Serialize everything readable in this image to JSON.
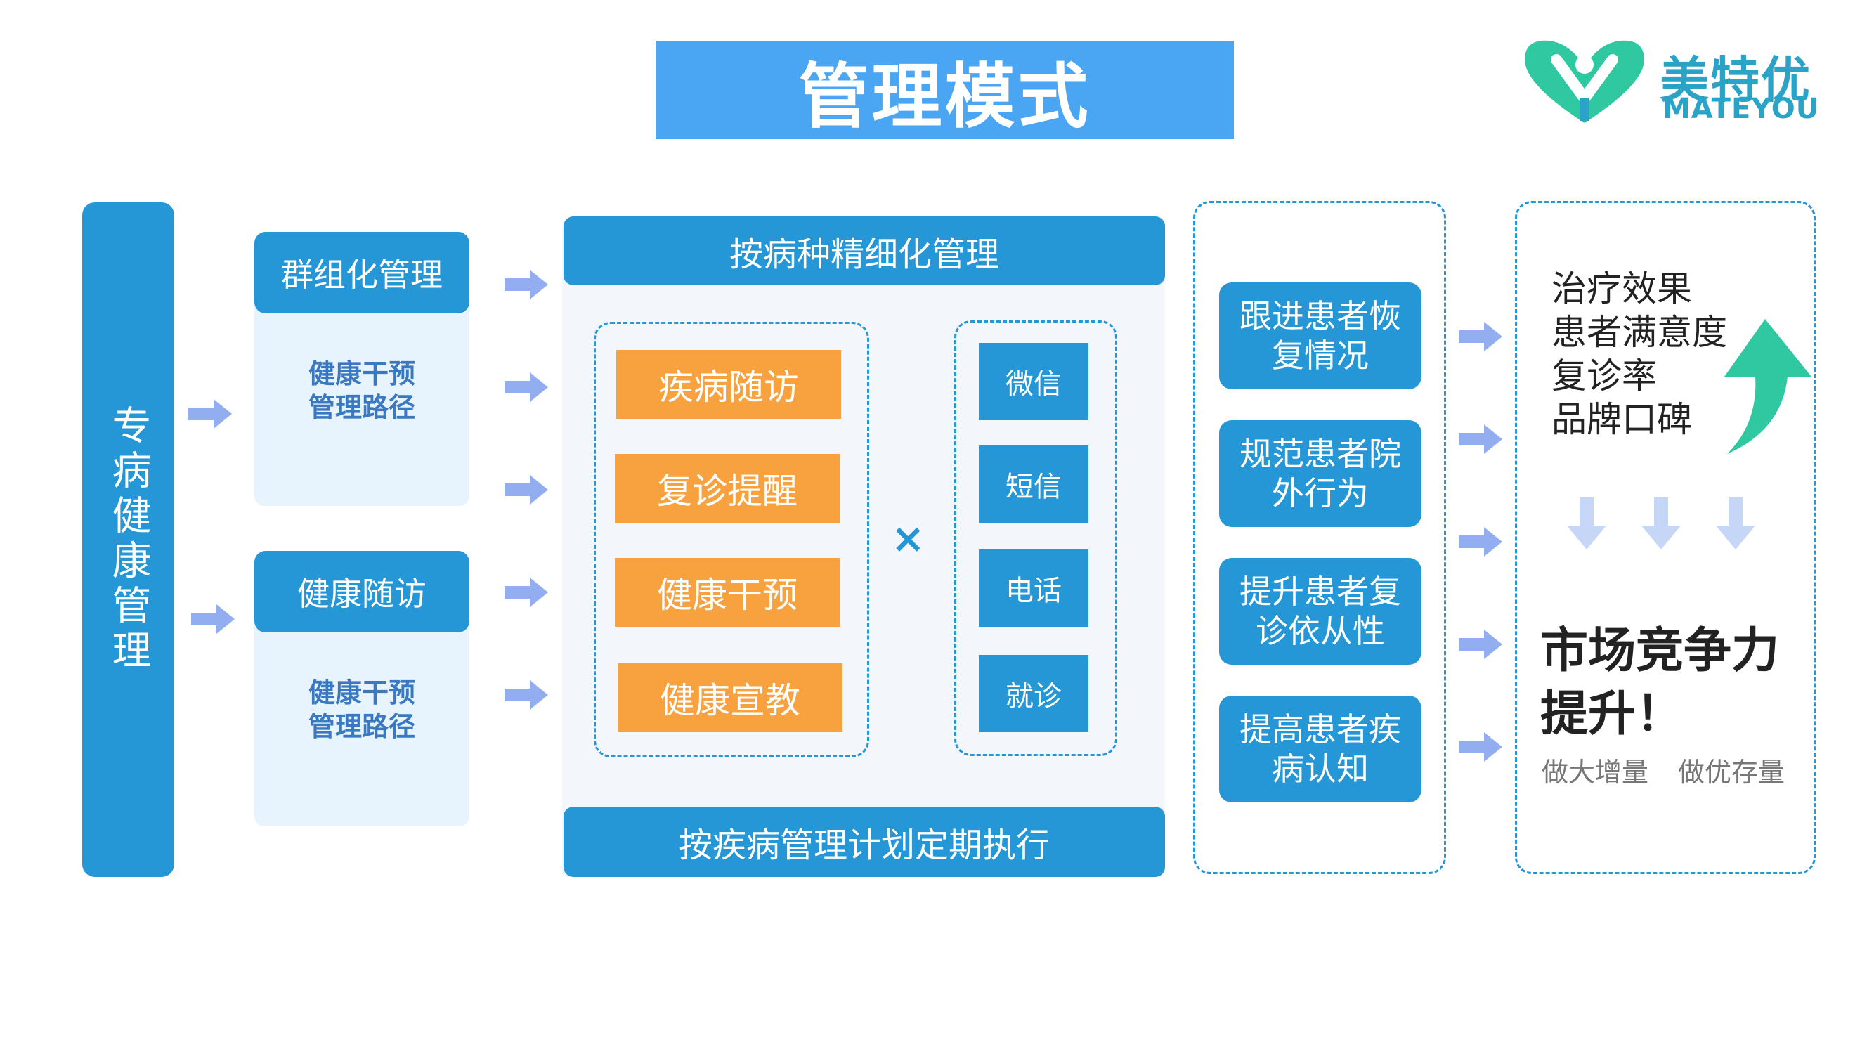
{
  "title": "管理模式",
  "logo": {
    "name_cn": "美特优",
    "name_en": "MATEYOU"
  },
  "left_bar": "专病健康管理",
  "groups": [
    {
      "header": "群组化管理",
      "sub_line1": "健康干预",
      "sub_line2": "管理路径"
    },
    {
      "header": "健康随访",
      "sub_line1": "健康干预",
      "sub_line2": "管理路径"
    }
  ],
  "center": {
    "top_bar": "按病种精细化管理",
    "bottom_bar": "按疾病管理计划定期执行",
    "services": [
      "疾病随访",
      "复诊提醒",
      "健康干预",
      "健康宣教"
    ],
    "operator": "×",
    "channels": [
      "微信",
      "短信",
      "电话",
      "就诊"
    ]
  },
  "actions": [
    {
      "line1": "跟进患者恢",
      "line2": "复情况"
    },
    {
      "line1": "规范患者院",
      "line2": "外行为"
    },
    {
      "line1": "提升患者复",
      "line2": "诊依从性"
    },
    {
      "line1": "提高患者疾",
      "line2": "病认知"
    }
  ],
  "results": {
    "items": [
      "治疗效果",
      "患者满意度",
      "复诊率",
      "品牌口碑"
    ],
    "headline_line1": "市场竞争力",
    "headline_line2": "提升！",
    "tag1": "做大增量",
    "tag2": "做优存量"
  },
  "colors": {
    "primary_blue": "#2596d6",
    "title_blue": "#4aa6f2",
    "orange": "#f7a23e",
    "light_panel": "#e8f4fd",
    "logo_teal": "#2aa3c6",
    "up_arrow_green": "#2fc8a0",
    "arrow_lavender": "#93aef0"
  }
}
